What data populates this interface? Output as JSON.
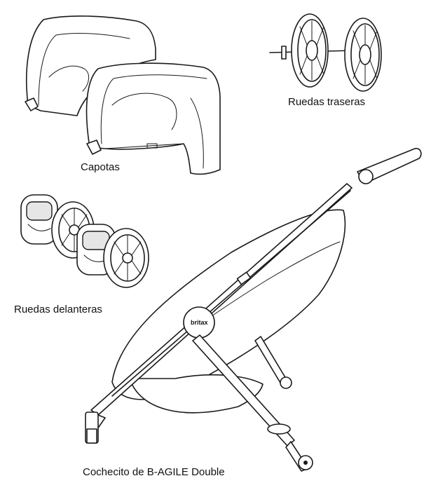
{
  "parts": {
    "canopies_label": "Capotas",
    "rear_wheels_label": "Ruedas traseras",
    "front_wheels_label": "Ruedas delanteras",
    "stroller_label": "Cochecito de B-AGILE Double",
    "brand_logo_text": "britax"
  },
  "icons": {
    "canopies": "canopy-illustration",
    "rear_wheels": "rear-wheels-illustration",
    "front_wheels": "front-wheels-illustration",
    "stroller": "stroller-illustration"
  },
  "colors": {
    "line": "#1a1a1a",
    "background": "#ffffff"
  }
}
